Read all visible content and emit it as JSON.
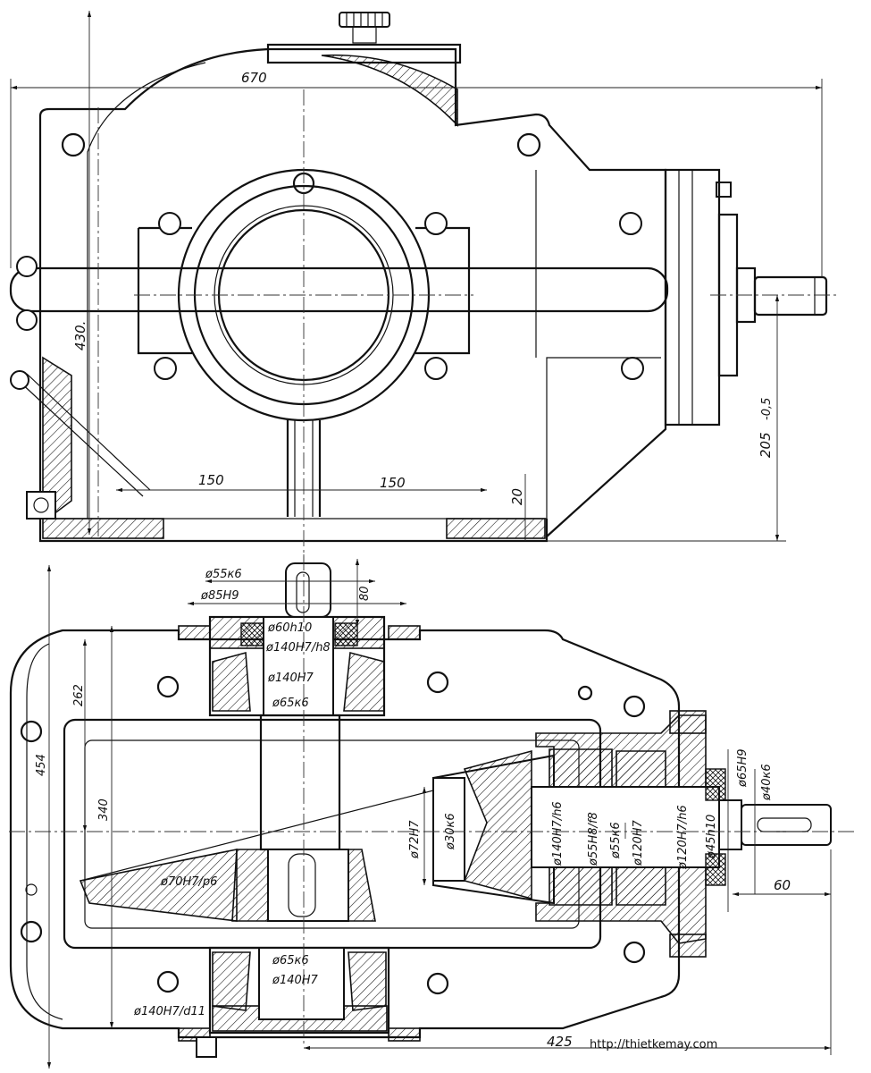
{
  "drawing": {
    "top_view": {
      "dimensions": {
        "overall_width": "670",
        "height": "430.",
        "shaft_height": "205",
        "shaft_height_tol": "-0,5",
        "base_thickness": "20",
        "left_offset": "150",
        "right_offset": "150"
      }
    },
    "section_view": {
      "dimensions": {
        "d_55k6": "ø55к6",
        "d_85H9": "ø85H9",
        "len_80": "80",
        "d_60h10": "ø60h10",
        "d_140H7h8": "ø140H7/h8",
        "d_140H7_top": "ø140H7",
        "d_65k6_top": "ø65к6",
        "len_262": "262",
        "len_454": "454",
        "len_340": "340",
        "d_70H7p6": "ø70H7/p6",
        "d_65k6_bottom": "ø65к6",
        "d_140H7_bottom": "ø140H7",
        "d_140H7d11": "ø140H7/d11",
        "d_72H7": "ø72H7",
        "d_30k6": "ø30к6",
        "d_140H7h6": "ø140H7/h6",
        "d_55H8f8": "ø55H8/f8",
        "d_55k6_pinion": "ø55к6",
        "d_120H7": "ø120H7",
        "d_120H7h6": "ø120H7/h6",
        "d_45h10": "ø45h10",
        "d_65H9": "ø65H9",
        "d_40k6": "ø40к6",
        "len_60": "60",
        "len_425": "425"
      }
    },
    "watermark": "http://thietkemay.com"
  }
}
